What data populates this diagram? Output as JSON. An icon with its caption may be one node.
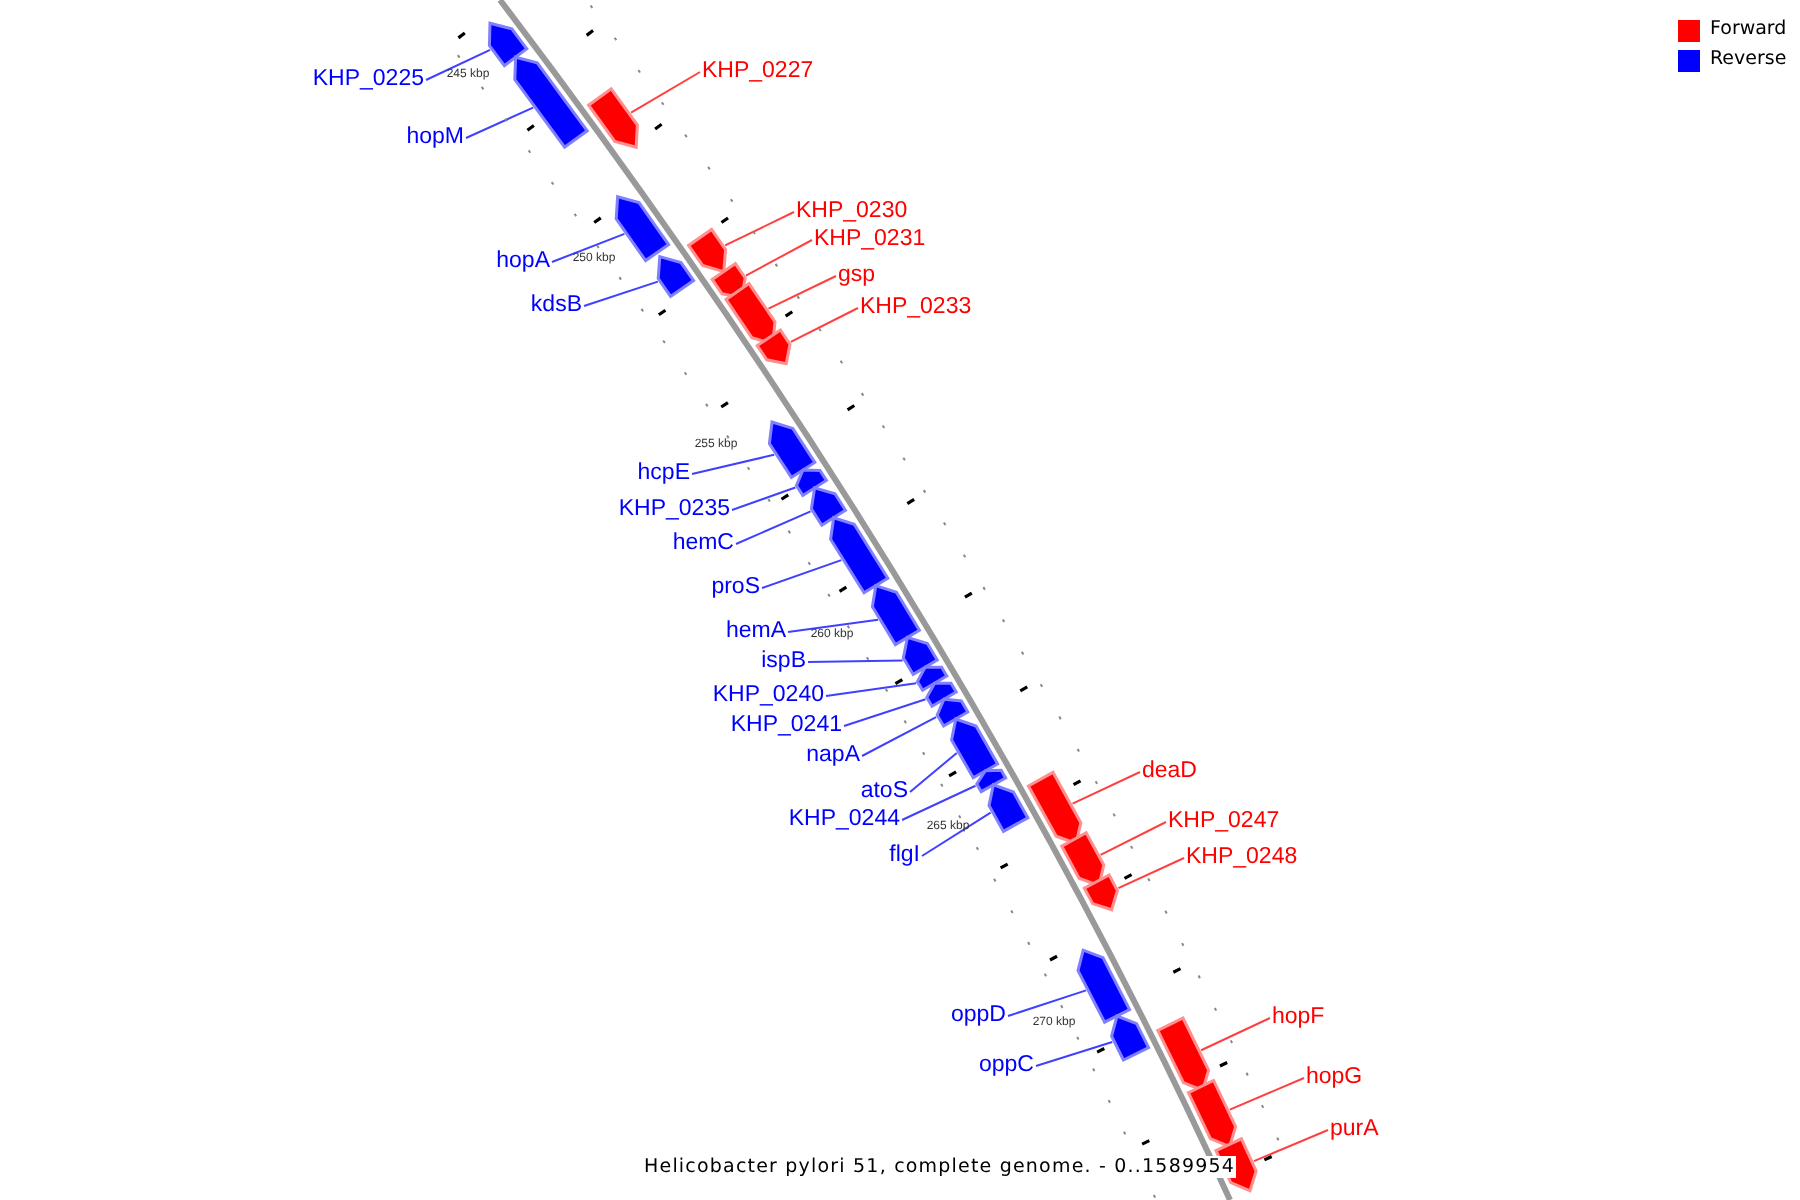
{
  "diagram": {
    "caption": "Helicobacter pylori 51, complete genome. - 0..1589954",
    "nodes": [
      {
        "text": [
          "KHP_0225"
        ]
      },
      {
        "text": [],
        "shape": "bar"
      },
      {
        "text": [
          "hopM"
        ]
      },
      {
        "text": [],
        "shape": "bar"
      },
      {
        "text": [
          "KHP_0227"
        ]
      },
      {
        "text": [],
        "shape": "bar"
      },
      {
        "text": [
          "hopA"
        ]
      },
      {
        "text": [],
        "shape": "bar"
      },
      {
        "text": [
          "kdsB"
        ]
      },
      {
        "text": [],
        "shape": "bar"
      },
      {
        "text": [
          "KHP_0230"
        ]
      },
      {
        "text": [],
        "shape": "bar"
      },
      {
        "text": [
          "KHP_0231"
        ]
      },
      {
        "text": [],
        "shape": "bar"
      },
      {
        "text": [
          "gsp"
        ]
      },
      {
        "text": [],
        "shape": "bar"
      },
      {
        "text": [
          "KHP_0233"
        ]
      },
      {
        "text": [],
        "shape": "bar"
      },
      {
        "text": [
          "hcpE"
        ]
      },
      {
        "text": [],
        "shape": "bar"
      },
      {
        "text": [
          "KHP_0235"
        ]
      },
      {
        "text": [],
        "shape": "bar"
      },
      {
        "text": [
          "hemC"
        ]
      },
      {
        "text": [],
        "shape": "bar"
      },
      {
        "text": [
          "proS"
        ]
      },
      {
        "text": [],
        "shape": "bar"
      },
      {
        "text": [
          "hemA"
        ]
      },
      {
        "text": [],
        "shape": "bar"
      },
      {
        "text": [
          "ispB"
        ]
      },
      {
        "text": [],
        "shape": "bar"
      },
      {
        "text": [
          "KHP_0240"
        ]
      },
      {
        "text": [],
        "shape": "bar"
      },
      {
        "text": [
          "KHP_0241"
        ]
      },
      {
        "text": [],
        "shape": "bar"
      },
      {
        "text": [
          "napA"
        ]
      },
      {
        "text": [],
        "shape": "bar"
      },
      {
        "text": [
          "atoS"
        ]
      },
      {
        "text": [],
        "shape": "bar"
      },
      {
        "text": [
          "KHP_0244"
        ]
      },
      {
        "text": [],
        "shape": "bar"
      },
      {
        "text": [
          "flgI"
        ]
      },
      {
        "text": [],
        "shape": "bar"
      },
      {
        "text": [
          "deaD"
        ]
      },
      {
        "text": [],
        "shape": "bar"
      },
      {
        "text": [
          "KHP_0247"
        ]
      },
      {
        "text": [],
        "shape": "bar"
      },
      {
        "text": [
          "KHP_0248"
        ]
      },
      {
        "text": [],
        "shape": "bar"
      },
      {
        "text": [
          "oppD"
        ]
      },
      {
        "text": [],
        "shape": "bar"
      },
      {
        "text": [
          "oppC"
        ]
      },
      {
        "text": [],
        "shape": "bar"
      },
      {
        "text": [
          "hopF"
        ]
      },
      {
        "text": [],
        "shape": "bar"
      },
      {
        "text": [
          "hopG"
        ]
      },
      {
        "text": [],
        "shape": "bar"
      },
      {
        "text": [
          "purA"
        ]
      },
      {
        "text": [],
        "shape": "bar"
      }
    ],
    "edges": [
      {
        "from": 0,
        "to": 1,
        "arrow": "none"
      },
      {
        "from": 2,
        "to": 3,
        "arrow": "none"
      },
      {
        "from": 4,
        "to": 5,
        "arrow": "none",
        "color": "#ff4040"
      },
      {
        "from": 6,
        "to": 7,
        "arrow": "none"
      },
      {
        "from": 8,
        "to": 9,
        "arrow": "none"
      },
      {
        "from": 10,
        "to": 11,
        "arrow": "none",
        "color": "#ff4040"
      },
      {
        "from": 12,
        "to": 13,
        "arrow": "none",
        "color": "#ff4040"
      },
      {
        "from": 14,
        "to": 15,
        "arrow": "none",
        "color": "#ff4040"
      },
      {
        "from": 16,
        "to": 17,
        "arrow": "none",
        "color": "#ff4040"
      },
      {
        "from": 18,
        "to": 19,
        "arrow": "none"
      },
      {
        "from": 20,
        "to": 21,
        "arrow": "none"
      },
      {
        "from": 22,
        "to": 23,
        "arrow": "none"
      },
      {
        "from": 24,
        "to": 25,
        "arrow": "none"
      },
      {
        "from": 26,
        "to": 27,
        "arrow": "none"
      },
      {
        "from": 28,
        "to": 29,
        "arrow": "none"
      },
      {
        "from": 30,
        "to": 31,
        "arrow": "none"
      },
      {
        "from": 32,
        "to": 33,
        "arrow": "none"
      },
      {
        "from": 34,
        "to": 35,
        "arrow": "none"
      },
      {
        "from": 36,
        "to": 37,
        "arrow": "none"
      },
      {
        "from": 38,
        "to": 39,
        "arrow": "none"
      },
      {
        "from": 40,
        "to": 41,
        "arrow": "none"
      },
      {
        "from": 42,
        "to": 43,
        "arrow": "none",
        "color": "#ff4040"
      },
      {
        "from": 44,
        "to": 45,
        "arrow": "none",
        "color": "#ff4040"
      },
      {
        "from": 46,
        "to": 47,
        "arrow": "none",
        "color": "#ff4040"
      },
      {
        "from": 48,
        "to": 49,
        "arrow": "none"
      },
      {
        "from": 50,
        "to": 51,
        "arrow": "none"
      },
      {
        "from": 52,
        "to": 53,
        "arrow": "none",
        "color": "#ff4040"
      },
      {
        "from": 54,
        "to": 55,
        "arrow": "none",
        "color": "#ff4040"
      },
      {
        "from": 56,
        "to": 57,
        "arrow": "none",
        "color": "#ff4040"
      }
    ],
    "labels": [
      "245 kbp",
      "250 kbp",
      "255 kbp",
      "260 kbp",
      "265 kbp",
      "270 kbp"
    ],
    "legend": [
      {
        "text": "Forward",
        "color": "#ff0000"
      },
      {
        "text": "Reverse",
        "color": "#0000ff"
      }
    ]
  }
}
